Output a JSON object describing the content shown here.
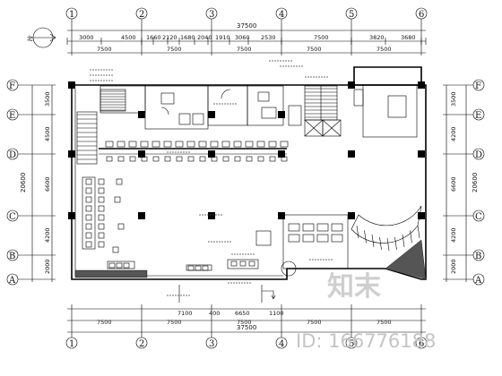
{
  "drawing": {
    "top_dims_row1": [
      "3000",
      "4500",
      "1660",
      "2120",
      "1680",
      "2040",
      "1910",
      "3060",
      "2530",
      "7500",
      "3820",
      "3680"
    ],
    "top_total": "37500",
    "top_dims_row2": [
      "7500",
      "7500",
      "7500",
      "7500",
      "7500"
    ],
    "bottom_dims_row1": [
      "7100",
      "400",
      "6650",
      "1100"
    ],
    "bottom_dims_row2": [
      "7500",
      "7500",
      "7500",
      "7500",
      "7500"
    ],
    "bottom_total": "37500",
    "left_dims": [
      "3500",
      "4500",
      "6600",
      "4200",
      "2000"
    ],
    "left_total": "20600",
    "right_dims": [
      "3500",
      "4200",
      "6600",
      "4200",
      "2000"
    ],
    "right_total": "20600",
    "col_axes": [
      "1",
      "2",
      "3",
      "4",
      "5",
      "6"
    ],
    "row_axes": [
      "F",
      "E",
      "D",
      "C",
      "B",
      "A"
    ],
    "north_label": "北",
    "watermark_text": "知末",
    "watermark_id": "ID: 166776188"
  }
}
